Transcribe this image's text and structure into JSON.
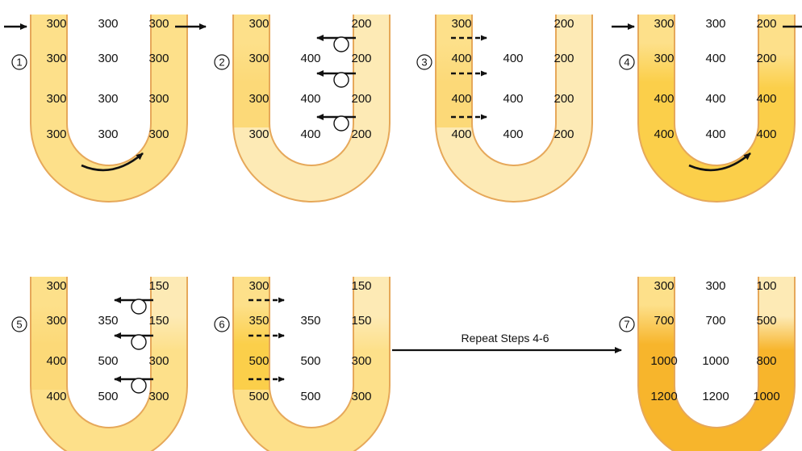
{
  "panels": [
    {
      "step": "1",
      "left": [
        "300",
        "300",
        "300",
        "300"
      ],
      "middle": [
        "300",
        "300",
        "300",
        "300"
      ],
      "right": [
        "300",
        "300",
        "300",
        "300"
      ],
      "fill": {
        "left_top": "#fde08a",
        "left_bottom": "#fde08a",
        "right_top": "#fde08a",
        "right_bottom": "#fde08a",
        "bend": "#fde08a"
      },
      "decor": {
        "in_arrow": true,
        "out_arrow": true,
        "flow_arrow": true,
        "pumps": false,
        "diffusion": false
      }
    },
    {
      "step": "2",
      "left": [
        "300",
        "300",
        "300",
        "300"
      ],
      "middle": [
        "",
        "400",
        "400",
        "400"
      ],
      "right": [
        "200",
        "200",
        "200",
        "200"
      ],
      "fill": {
        "left_top": "#fde08a",
        "left_bottom": "#fcd978",
        "right_top": "#fdeab5",
        "right_bottom": "#fdeab5",
        "bend": "#fdeab5"
      },
      "decor": {
        "in_arrow": false,
        "out_arrow": false,
        "flow_arrow": false,
        "pumps": true,
        "diffusion": false
      }
    },
    {
      "step": "3",
      "left": [
        "300",
        "400",
        "400",
        "400"
      ],
      "middle": [
        "",
        "400",
        "400",
        "400"
      ],
      "right": [
        "200",
        "200",
        "200",
        "200"
      ],
      "fill": {
        "left_top": "#fde08a",
        "left_bottom": "#fcd978",
        "right_top": "#fdeab5",
        "right_bottom": "#fdeab5",
        "bend": "#fdeab5"
      },
      "decor": {
        "in_arrow": false,
        "out_arrow": false,
        "flow_arrow": false,
        "pumps": false,
        "diffusion": true
      }
    },
    {
      "step": "4",
      "left": [
        "300",
        "300",
        "400",
        "400"
      ],
      "middle": [
        "300",
        "400",
        "400",
        "400"
      ],
      "right": [
        "200",
        "200",
        "400",
        "400"
      ],
      "fill": {
        "left_top": "#fde08a",
        "left_bottom": "#fbcf4a",
        "right_top": "#fde08a",
        "right_bottom": "#fbcf4a",
        "bend": "#fbcf4a"
      },
      "decor": {
        "in_arrow": true,
        "out_arrow": true,
        "flow_arrow": true,
        "pumps": false,
        "diffusion": false
      }
    },
    {
      "step": "5",
      "left": [
        "300",
        "300",
        "400",
        "400"
      ],
      "middle": [
        "",
        "350",
        "500",
        "500"
      ],
      "right": [
        "150",
        "150",
        "300",
        "300"
      ],
      "fill": {
        "left_top": "#fde08a",
        "left_bottom": "#fcd978",
        "right_top": "#fdeab5",
        "right_bottom": "#fde08a",
        "bend": "#fde08a"
      },
      "decor": {
        "in_arrow": false,
        "out_arrow": false,
        "flow_arrow": false,
        "pumps": true,
        "diffusion": false
      }
    },
    {
      "step": "6",
      "left": [
        "300",
        "350",
        "500",
        "500"
      ],
      "middle": [
        "",
        "350",
        "500",
        "500"
      ],
      "right": [
        "150",
        "150",
        "300",
        "300"
      ],
      "fill": {
        "left_top": "#fde08a",
        "left_bottom": "#fbcf4a",
        "right_top": "#fdeab5",
        "right_bottom": "#fde08a",
        "bend": "#fde08a"
      },
      "decor": {
        "in_arrow": false,
        "out_arrow": false,
        "flow_arrow": false,
        "pumps": false,
        "diffusion": true
      }
    },
    {
      "step": "7",
      "left": [
        "300",
        "700",
        "1000",
        "1200"
      ],
      "middle": [
        "300",
        "700",
        "1000",
        "1200"
      ],
      "right": [
        "100",
        "500",
        "800",
        "1000"
      ],
      "fill": {
        "left_top": "#fde08a",
        "left_bottom": "#f7b52c",
        "right_top": "#fdeab5",
        "right_bottom": "#f7b52c",
        "bend": "#f7b52c"
      },
      "decor": {
        "in_arrow": false,
        "out_arrow": false,
        "flow_arrow": false,
        "pumps": false,
        "diffusion": false
      }
    }
  ],
  "repeat_label": "Repeat Steps 4-6",
  "colors": {
    "outline": "#e6a85a",
    "ink": "#111111"
  }
}
